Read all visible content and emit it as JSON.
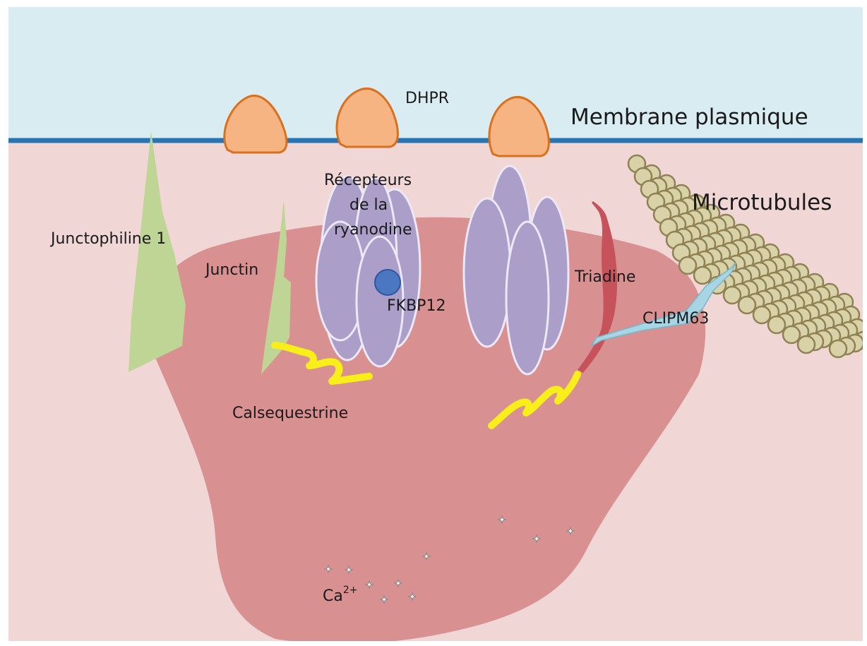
{
  "labels": {
    "dhpr": "DHPR",
    "membrane": "Membrane plasmique",
    "microtubules": "Microtubules",
    "recepteurs_line1": "Récepteurs",
    "recepteurs_line2": "de la",
    "recepteurs_line3": "ryanodine",
    "fkbp12": "FKBP12",
    "junctophiline": "Junctophiline 1",
    "junctin": "Junctin",
    "triadine": "Triadine",
    "clipm63": "CLIPM63",
    "calsequestrine": "Calsequestrine",
    "calcium_base": "Ca",
    "calcium_charge": "2+"
  },
  "colors": {
    "extracellular": "#d9ecf2",
    "membrane_line": "#2775b3",
    "cytoplasm": "#f1d6d6",
    "reticulum": "#d89090",
    "dhpr_fill": "#f6b483",
    "dhpr_stroke": "#d9701e",
    "ryr_fill": "#ab9fc9",
    "ryr_stroke": "#ede8f6",
    "fkbp12_fill": "#4a77c0",
    "junctophiline_fill": "#bfd596",
    "calsequestrine": "#f7ee1a",
    "triadine": "#c6525c",
    "clipm63": "#a7d5e3",
    "microtubule_fill": "#d9d2a8",
    "microtubule_stroke": "#8e8255"
  }
}
